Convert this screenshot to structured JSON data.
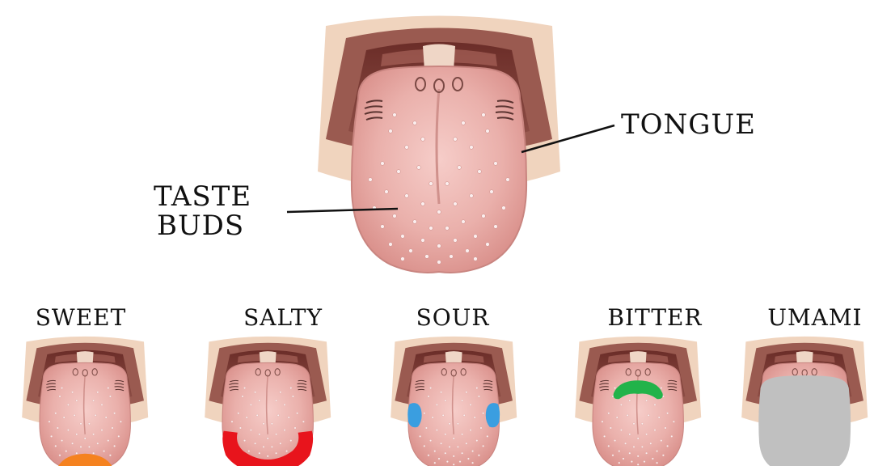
{
  "main_labels": {
    "tongue": "TONGUE",
    "taste_buds_line1": "TASTE",
    "taste_buds_line2": "BUDS"
  },
  "taste_zones": [
    {
      "label": "SWEET",
      "zone": "tip",
      "color": "#f5821f"
    },
    {
      "label": "SALTY",
      "zone": "front-band",
      "color": "#e8141c"
    },
    {
      "label": "SOUR",
      "zone": "sides",
      "color": "#3a9ee0"
    },
    {
      "label": "BITTER",
      "zone": "back",
      "color": "#22b34a"
    },
    {
      "label": "UMAMI",
      "zone": "whole",
      "color": "#c0c0c0"
    }
  ],
  "colors": {
    "skin": "#f2d8c2",
    "mouth_outer": "#8a4b44",
    "mouth_inner": "#5a2320",
    "tongue": "#e7a9a4",
    "tongue_center": "#f3c6c2",
    "bump": "#fbeeee"
  }
}
